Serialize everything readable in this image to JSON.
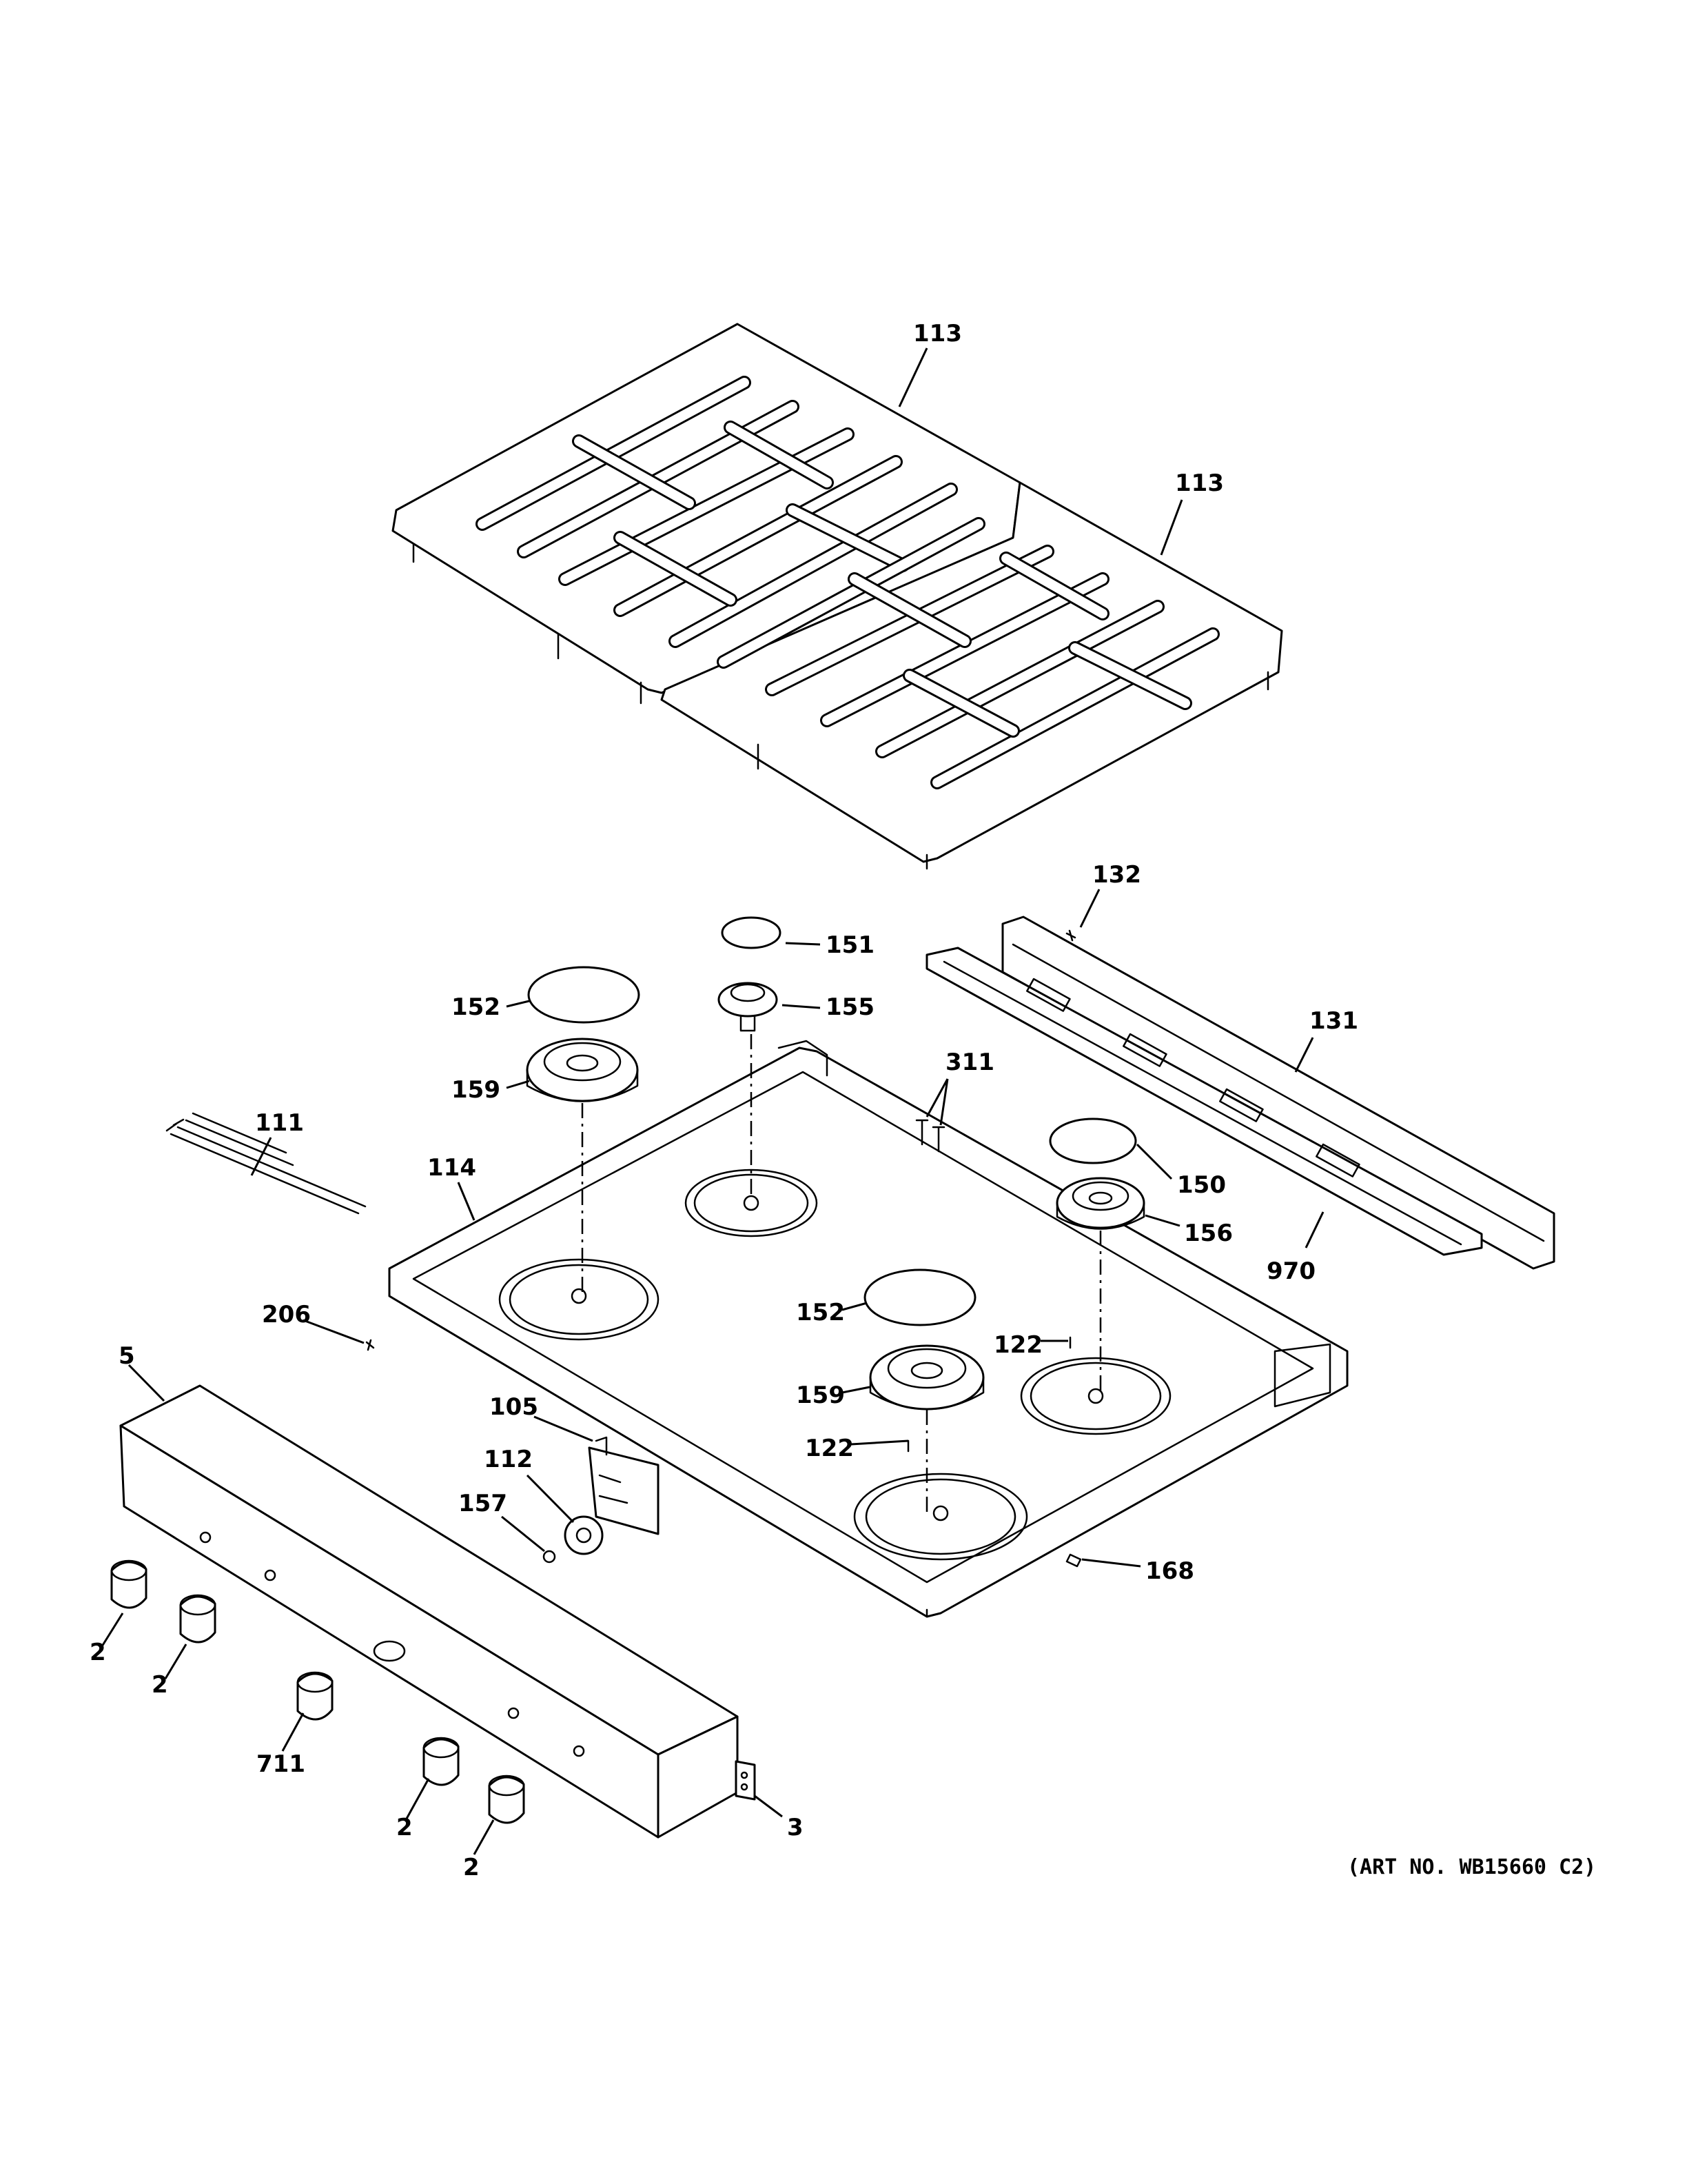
{
  "diagram": {
    "art_number": "(ART NO. WB15660 C2)",
    "callouts": {
      "c113a": "113",
      "c113b": "113",
      "c132": "132",
      "c151": "151",
      "c131": "131",
      "c152a": "152",
      "c155": "155",
      "c311": "311",
      "c159a": "159",
      "c111": "111",
      "c114": "114",
      "c150": "150",
      "c156": "156",
      "c970": "970",
      "c206": "206",
      "c152b": "152",
      "c122a": "122",
      "c5": "5",
      "c159b": "159",
      "c105": "105",
      "c112": "112",
      "c122b": "122",
      "c157": "157",
      "c168": "168",
      "c2a": "2",
      "c2b": "2",
      "c711": "711",
      "c2c": "2",
      "c3": "3",
      "c2d": "2"
    }
  }
}
